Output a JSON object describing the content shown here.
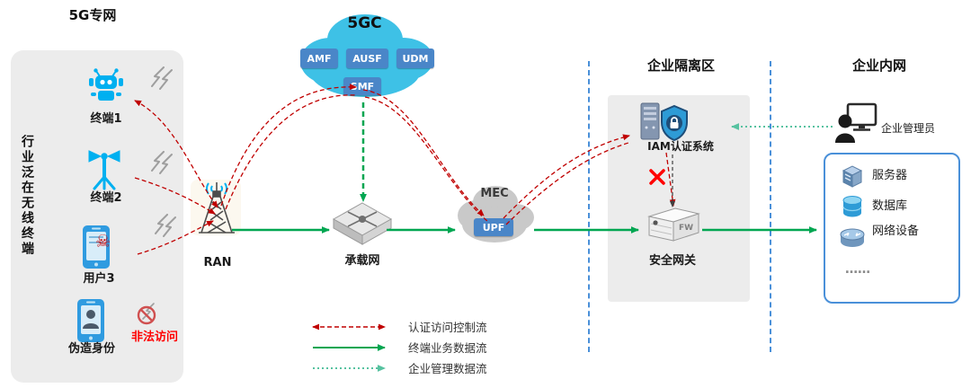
{
  "colors": {
    "red_flow": "#c00000",
    "green_flow": "#00a651",
    "green_dotted": "#57c2a0",
    "cloud_5gc": "#3ec1e6",
    "cloud_mec": "#c9c9c9",
    "node_blue": "#4a86c8",
    "panel_gray": "#ececec",
    "dmz_line_blue": "#4a90d9",
    "illegal_red": "#ff0000"
  },
  "icons": {
    "skull": "☠"
  },
  "left_panel": {
    "title": "5G专网",
    "vertical_label": "行业泛在无线终端",
    "terminals": [
      {
        "label": "终端1"
      },
      {
        "label": "终端2"
      },
      {
        "label": "用户3"
      },
      {
        "label": "伪造身份"
      }
    ],
    "illegal_label": "非法访问"
  },
  "network": {
    "ran_label": "RAN",
    "core": {
      "title": "5GC",
      "nodes": [
        "AMF",
        "AUSF",
        "UDM",
        "SMF"
      ]
    },
    "bearer_label": "承载网",
    "mec": {
      "title": "MEC",
      "node": "UPF"
    }
  },
  "dmz": {
    "title": "企业隔离区",
    "iam_label": "IAM认证系统",
    "gateway_label": "安全网关",
    "fw_text": "FW"
  },
  "intranet": {
    "title": "企业内网",
    "admin_label": "企业管理员",
    "resources": [
      {
        "label": "服务器"
      },
      {
        "label": "数据库"
      },
      {
        "label": "网络设备"
      },
      {
        "label": "……"
      }
    ]
  },
  "legend": [
    {
      "label": "认证访问控制流",
      "style": "red-dashed"
    },
    {
      "label": "终端业务数据流",
      "style": "green-solid"
    },
    {
      "label": "企业管理数据流",
      "style": "green-dotted"
    }
  ]
}
